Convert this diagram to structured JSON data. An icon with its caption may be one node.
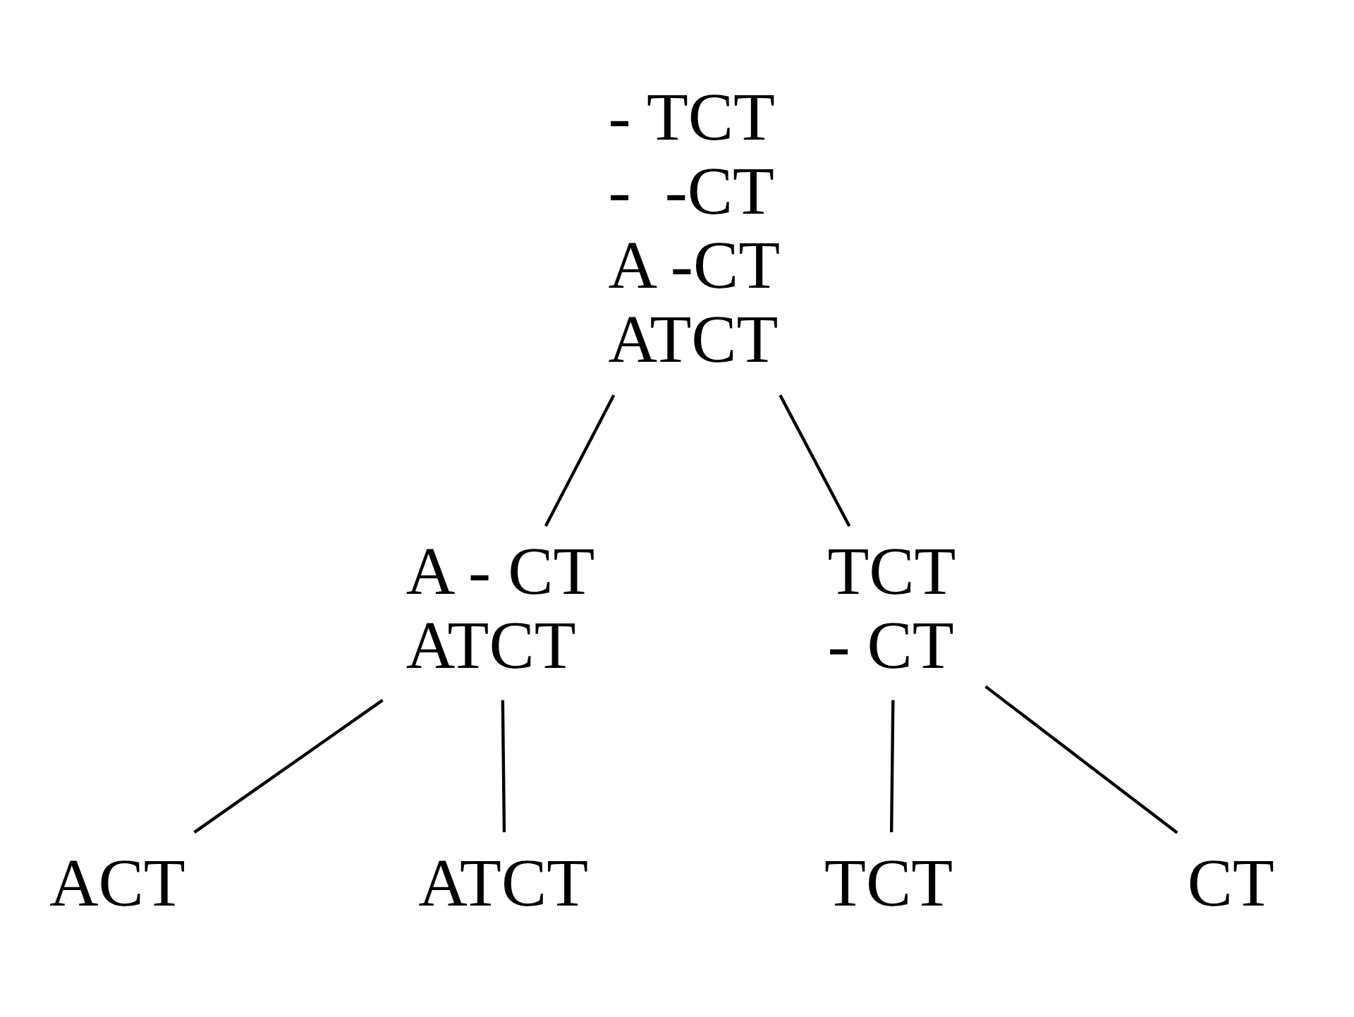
{
  "diagram": {
    "nodes": [
      {
        "text": [
          "- TCT",
          "-  -CT",
          "A -CT",
          "ATCT"
        ]
      },
      {
        "text": [
          "A - CT",
          "ATCT"
        ]
      },
      {
        "text": [
          "TCT",
          "- CT"
        ]
      },
      {
        "text": [
          "ACT"
        ]
      },
      {
        "text": [
          "ATCT"
        ]
      },
      {
        "text": [
          "TCT"
        ]
      },
      {
        "text": [
          "CT"
        ]
      }
    ],
    "edges": [
      {
        "from": 0,
        "to": 1,
        "arrow": "none"
      },
      {
        "from": 0,
        "to": 2,
        "arrow": "none"
      },
      {
        "from": 1,
        "to": 3,
        "arrow": "none"
      },
      {
        "from": 1,
        "to": 4,
        "arrow": "none"
      },
      {
        "from": 2,
        "to": 5,
        "arrow": "none"
      },
      {
        "from": 2,
        "to": 6,
        "arrow": "none"
      }
    ]
  }
}
